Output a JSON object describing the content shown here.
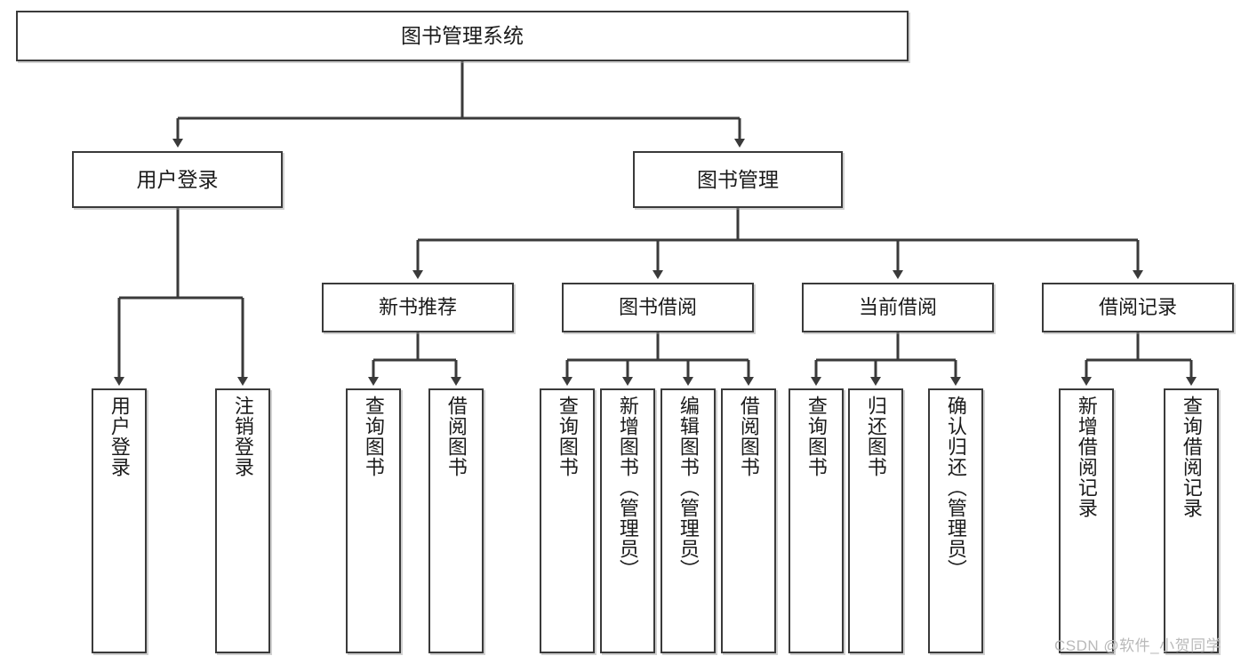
{
  "diagram": {
    "type": "tree-hierarchy",
    "title": "图书管理系统",
    "watermark": "CSDN @软件_小贺同学",
    "colors": {
      "box_border": "#3a3a3a",
      "box_fill": "#ffffff",
      "edge": "#3a3a3a",
      "text": "#1b1b1b",
      "watermark": "#b9b9b9"
    },
    "root": {
      "label": "图书管理系统"
    },
    "level2": [
      {
        "label": "用户登录"
      },
      {
        "label": "图书管理"
      }
    ],
    "level3": [
      {
        "label": "新书推荐"
      },
      {
        "label": "图书借阅"
      },
      {
        "label": "当前借阅"
      },
      {
        "label": "借阅记录"
      }
    ],
    "leaves": {
      "user_login": [
        {
          "label": "用户登录"
        },
        {
          "label": "注销登录"
        }
      ],
      "new_book_recommend": [
        {
          "label": "查询图书"
        },
        {
          "label": "借阅图书"
        }
      ],
      "book_borrow": [
        {
          "label": "查询图书"
        },
        {
          "label": "新增图书（管理员）"
        },
        {
          "label": "编辑图书（管理员）"
        },
        {
          "label": "借阅图书"
        }
      ],
      "current_borrow": [
        {
          "label": "查询图书"
        },
        {
          "label": "归还图书"
        },
        {
          "label": "确认归还（管理员）"
        }
      ],
      "borrow_record": [
        {
          "label": "新增借阅记录"
        },
        {
          "label": "查询借阅记录"
        }
      ]
    }
  }
}
